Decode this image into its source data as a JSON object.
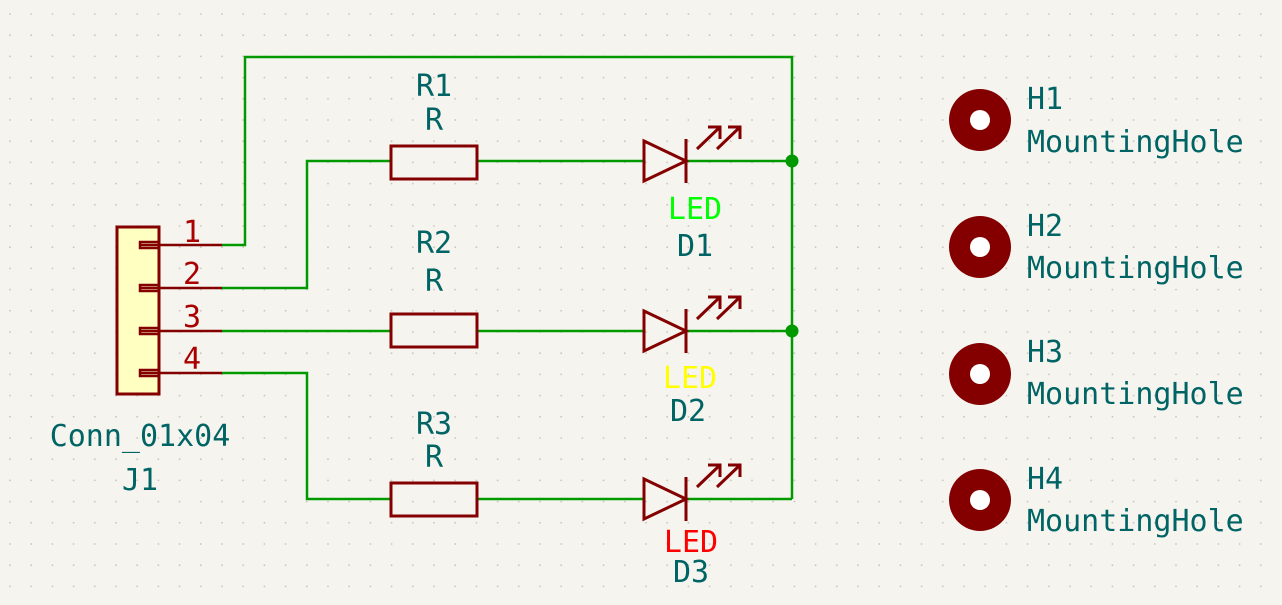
{
  "colors": {
    "background": "#f5f4ef",
    "wire": "#009900",
    "symbol": "#840000",
    "connector_fill": "#ffffc2",
    "label": "#006464",
    "pin_number": "#a90000",
    "grid_dot": "#c8c6bf"
  },
  "connector": {
    "value": "Conn_01x04",
    "ref": "J1",
    "pins": [
      "1",
      "2",
      "3",
      "4"
    ]
  },
  "resistors": [
    {
      "ref": "R1",
      "value": "R"
    },
    {
      "ref": "R2",
      "value": "R"
    },
    {
      "ref": "R3",
      "value": "R"
    }
  ],
  "leds": [
    {
      "ref": "D1",
      "value": "LED",
      "value_color": "#00ff00"
    },
    {
      "ref": "D2",
      "value": "LED",
      "value_color": "#ffff00"
    },
    {
      "ref": "D3",
      "value": "LED",
      "value_color": "#ff0000"
    }
  ],
  "mounting_holes": [
    {
      "ref": "H1",
      "value": "MountingHole"
    },
    {
      "ref": "H2",
      "value": "MountingHole"
    },
    {
      "ref": "H3",
      "value": "MountingHole"
    },
    {
      "ref": "H4",
      "value": "MountingHole"
    }
  ]
}
